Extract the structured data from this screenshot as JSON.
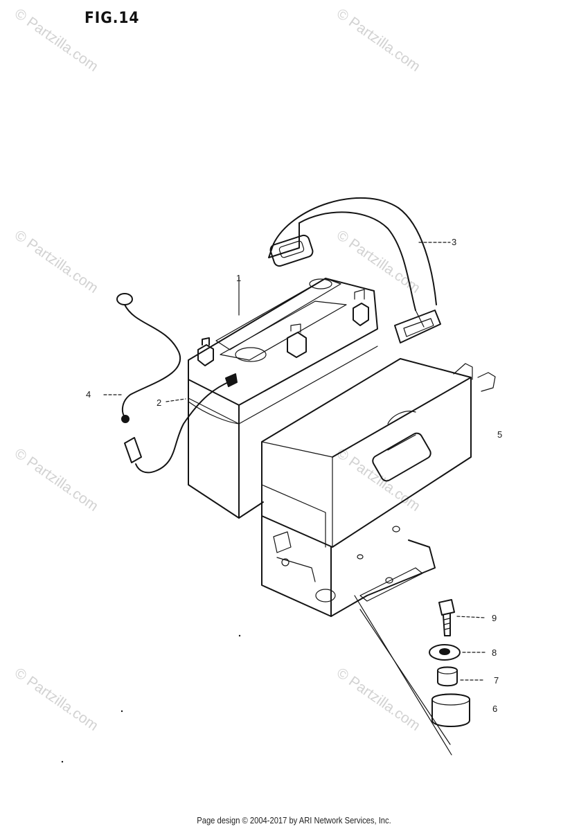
{
  "figure_label": "FIG.14",
  "watermark_text": "© Partzilla.com",
  "callouts": [
    "1",
    "2",
    "3",
    "4",
    "5",
    "6",
    "7",
    "8",
    "9"
  ],
  "footer_text": "Page design © 2004-2017 by ARI Network Services, Inc.",
  "colors": {
    "line": "#141414",
    "watermark": "#d2d2d2",
    "background": "#ffffff"
  }
}
